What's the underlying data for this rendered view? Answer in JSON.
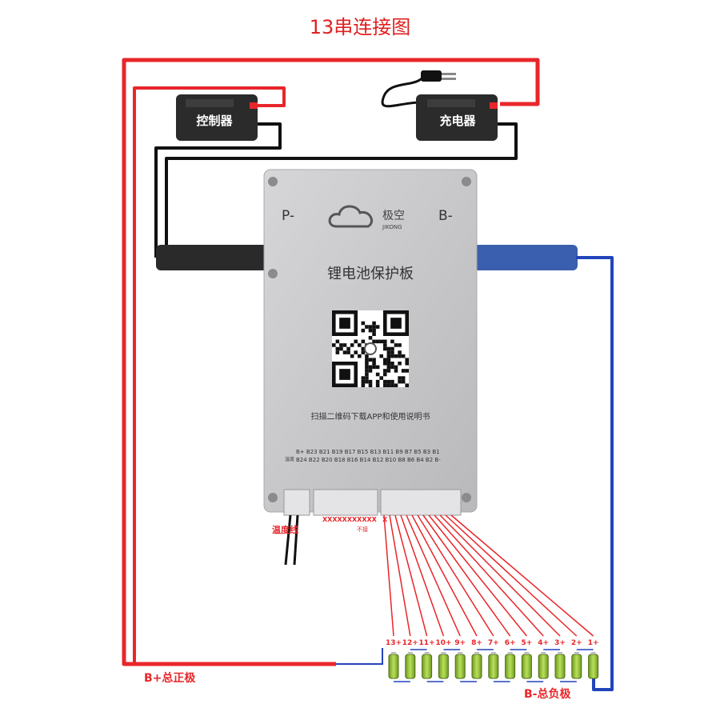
{
  "title": "13串连接图",
  "controller_label": "控制器",
  "charger_label": "充电器",
  "board": {
    "p_minus": "P-",
    "b_minus": "B-",
    "brand_cn": "极空",
    "brand_en": "JIKONG",
    "name": "锂电池保护板",
    "scan_text": "扫描二维码下载APP和使用说明书",
    "temp_label": "温度",
    "pins_row1": "B+  B23  B21  B19  B17  B15  B13  B11  B9  B7  B5  B3  B1",
    "pins_row2": "B24  B22  B20  B18  B16  B14  B12  B10  B8  B6  B4  B2  B-"
  },
  "temp_wire_label": "温度线",
  "not_connected_label": "不接",
  "x_marks": "XXXXXXXXXXX",
  "x_single": "X",
  "cells": [
    "13+",
    "12+",
    "11+",
    "10+",
    "9+",
    "8+",
    "7+",
    "6+",
    "5+",
    "4+",
    "3+",
    "2+",
    "1+"
  ],
  "b_plus_label": "B+总正极",
  "b_minus_label": "B-总负极",
  "colors": {
    "positive_wire": "#e8262a",
    "negative_wire": "#2244bb",
    "black_wire": "#111111",
    "board": "#c9c9cb",
    "cell": "#9cc83c"
  }
}
